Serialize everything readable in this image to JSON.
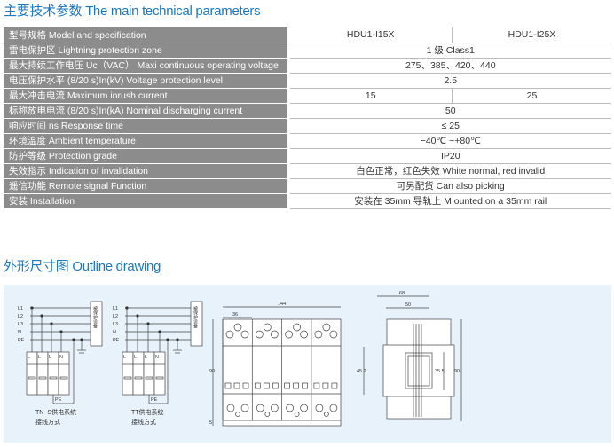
{
  "section1_title": "主要技术参数  The main technical parameters",
  "section2_title": "外形尺寸图  Outline drawing",
  "table": [
    {
      "label": "型号规格 Model and specification",
      "values": [
        "HDU1-I15X",
        "HDU1-I25X"
      ]
    },
    {
      "label": "雷电保护区 Lightning protection zone",
      "values": [
        "1 级 Class1"
      ]
    },
    {
      "label": "最大持续工作电压 Uc（VAC） Maxi continuous operating voltage",
      "values": [
        "275、385、420、440"
      ]
    },
    {
      "label": "电压保护水平 (8/20 s)In(kV) Voltage protection level",
      "values": [
        "2.5"
      ]
    },
    {
      "label": "最大冲击电流 Maximum inrush current",
      "values": [
        "15",
        "25"
      ]
    },
    {
      "label": "标称放电电流 (8/20 s)In(kA) Nominal discharging current",
      "values": [
        "50"
      ]
    },
    {
      "label": "响应时间 ns Response time",
      "values": [
        "≤ 25"
      ]
    },
    {
      "label": "环境温度 Ambient temperature",
      "values": [
        "−40℃ ~+80℃"
      ]
    },
    {
      "label": "防护等级 Protection grade",
      "values": [
        "IP20"
      ]
    },
    {
      "label": "失效指示 Indication of invalidation",
      "values": [
        "白色正常，红色失效 White normal, red invalid"
      ]
    },
    {
      "label": "遥信功能 Remote signal Function",
      "values": [
        "可另配货 Can also picking"
      ]
    },
    {
      "label": "安装 Installation",
      "values": [
        "安装在 35mm 导轨上 M ounted on a 35mm rail"
      ]
    }
  ],
  "drawing": {
    "lines": [
      "L1",
      "L2",
      "L3",
      "N",
      "PE"
    ],
    "protected_equipment": "被保护设备",
    "pe_label": "PE",
    "module_labels": [
      "L",
      "L",
      "L",
      "N"
    ],
    "tns_caption": [
      "TN−S供电系统",
      "接线方式"
    ],
    "tt_caption": [
      "TT供电系统",
      "接线方式"
    ],
    "dims": {
      "width": "144",
      "module": "36",
      "height": "90",
      "bottom": "5",
      "depth": "68",
      "rail": "50",
      "h1": "45.2",
      "h2": "35.5",
      "h3": "90"
    }
  }
}
